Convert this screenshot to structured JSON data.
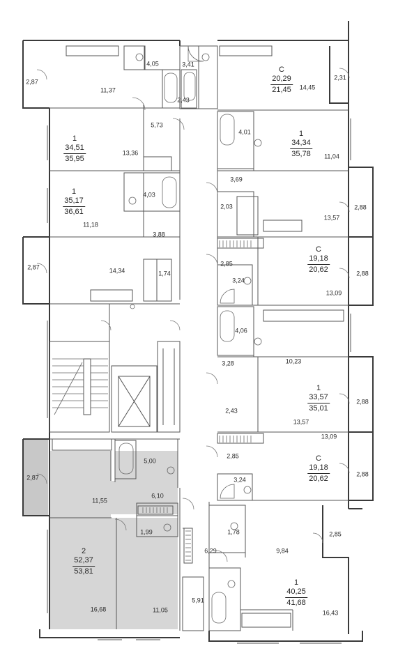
{
  "apartments": [
    {
      "id": "a1",
      "type": "С",
      "living": "20,29",
      "total": "21,45"
    },
    {
      "id": "a2",
      "type": "1",
      "living": "34,51",
      "total": "35,95"
    },
    {
      "id": "a3",
      "type": "1",
      "living": "34,34",
      "total": "35,78"
    },
    {
      "id": "a4",
      "type": "1",
      "living": "35,17",
      "total": "36,61"
    },
    {
      "id": "a5",
      "type": "С",
      "living": "19,18",
      "total": "20,62"
    },
    {
      "id": "a6",
      "type": "1",
      "living": "33,57",
      "total": "35,01"
    },
    {
      "id": "a7",
      "type": "С",
      "living": "19,18",
      "total": "20,62"
    },
    {
      "id": "a8",
      "type": "2",
      "living": "52,37",
      "total": "53,81"
    },
    {
      "id": "a9",
      "type": "1",
      "living": "40,25",
      "total": "41,68"
    }
  ],
  "room_areas": {
    "r_2_87_a": "2,87",
    "r_4_05": "4,05",
    "r_3_41": "3,41",
    "r_2_31": "2,31",
    "r_14_45": "14,45",
    "r_11_37": "11,37",
    "r_2_43_a": "2,43",
    "r_5_73": "5,73",
    "r_4_01": "4,01",
    "r_13_36": "13,36",
    "r_11_04": "11,04",
    "r_4_03": "4,03",
    "r_3_69": "3,69",
    "r_2_03": "2,03",
    "r_2_88_a": "2,88",
    "r_11_18": "11,18",
    "r_13_57_a": "13,57",
    "r_3_88": "3,88",
    "r_2_87_b": "2,87",
    "r_14_34": "14,34",
    "r_1_74": "1,74",
    "r_2_85_a": "2,85",
    "r_3_24_a": "3,24",
    "r_2_88_b": "2,88",
    "r_13_09_a": "13,09",
    "r_4_06": "4,06",
    "r_3_28": "3,28",
    "r_10_23": "10,23",
    "r_2_88_c": "2,88",
    "r_2_43_b": "2,43",
    "r_13_57_b": "13,57",
    "r_13_09_b": "13,09",
    "r_5_00": "5,00",
    "r_2_85_b": "2,85",
    "r_2_87_c": "2,87",
    "r_3_24_b": "3,24",
    "r_2_88_d": "2,88",
    "r_6_10": "6,10",
    "r_11_55": "11,55",
    "r_1_99": "1,99",
    "r_1_78": "1,78",
    "r_2_85_c": "2,85",
    "r_6_29": "6,29",
    "r_9_84": "9,84",
    "r_16_68": "16,68",
    "r_11_05": "11,05",
    "r_5_91": "5,91",
    "r_16_43": "16,43"
  },
  "colors": {
    "wall": "#3a3a3a",
    "highlight": "#d6d6d6",
    "highlight_dark": "#c4c4c4",
    "line": "#555555"
  }
}
